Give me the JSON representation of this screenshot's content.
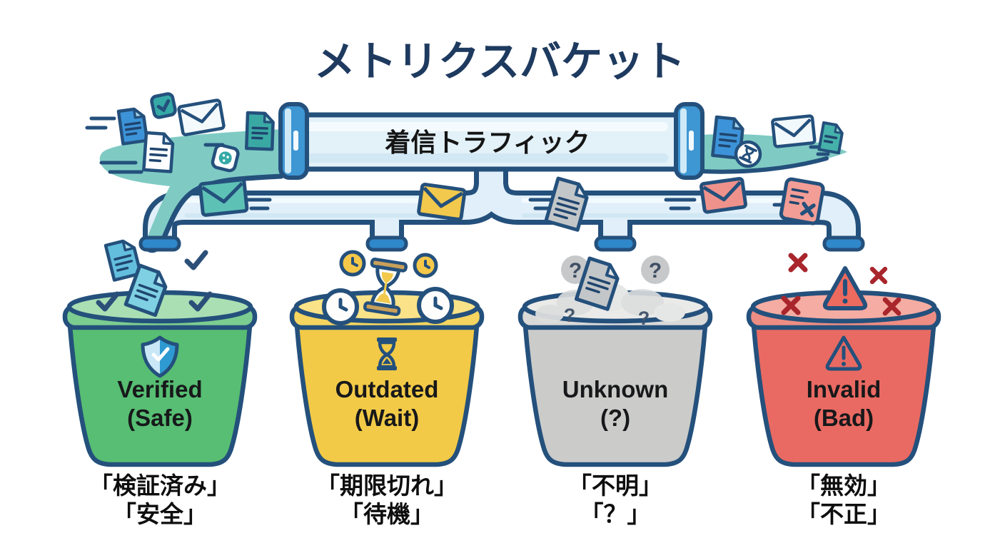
{
  "title": "メトリクスバケット",
  "pipe": {
    "label": "着信トラフィック"
  },
  "buckets": [
    {
      "name": "Verified (Safe)",
      "line1": "Verified",
      "line2": "(Safe)",
      "caption1": "「検証済み」",
      "caption2": "「安全」",
      "color": "#57be73",
      "rim": "#7ccd90",
      "top": "#aadfb4",
      "icon": "shield-check-icon"
    },
    {
      "name": "Outdated (Wait)",
      "line1": "Outdated",
      "line2": "(Wait)",
      "caption1": "「期限切れ」",
      "caption2": "「待機」",
      "color": "#f2ca47",
      "rim": "#f5d55f",
      "top": "#f9e287",
      "icon": "hourglass-icon"
    },
    {
      "name": "Unknown (?)",
      "line1": "Unknown",
      "line2": "(?)",
      "caption1": "「不明」",
      "caption2": "「？」",
      "color": "#cbcbc9",
      "rim": "#d9d9d7",
      "top": "#eaeae8",
      "icon": "question-mark-icon"
    },
    {
      "name": "Invalid (Bad)",
      "line1": "Invalid",
      "line2": "(Bad)",
      "caption1": "「無効」",
      "caption2": "「不正」",
      "color": "#e96a62",
      "rim": "#ee8d83",
      "top": "#f5aca2",
      "icon": "warning-triangle-icon"
    }
  ],
  "glyphs": {
    "question": "?"
  },
  "colors": {
    "outline_navy": "#24507c",
    "title_navy": "#1e3a5f",
    "pipe_fill": "#e3f1f9",
    "pipe_highlight": "#f4fafd",
    "pipe_shadow": "#cfe6f3",
    "flange_blue": "#3e96d3",
    "nozzle_blue": "#2f88ca",
    "stream_teal": "#7fcbc4",
    "doc_blue": "#3d93d8",
    "doc_teal": "#3aa9a4",
    "doc_gray": "#c3c6c8",
    "doc_cyan": "#6fc6e0",
    "envelope_yellow": "#f2c94c",
    "envelope_teal": "#5ec1b6",
    "envelope_pink": "#f0928c",
    "check_navy": "#2b4f78",
    "x_red": "#a8262c",
    "warning_red": "#ed6a5f",
    "clock_yellow": "#f5c84a",
    "hourglass_gold": "#c9a05a"
  }
}
